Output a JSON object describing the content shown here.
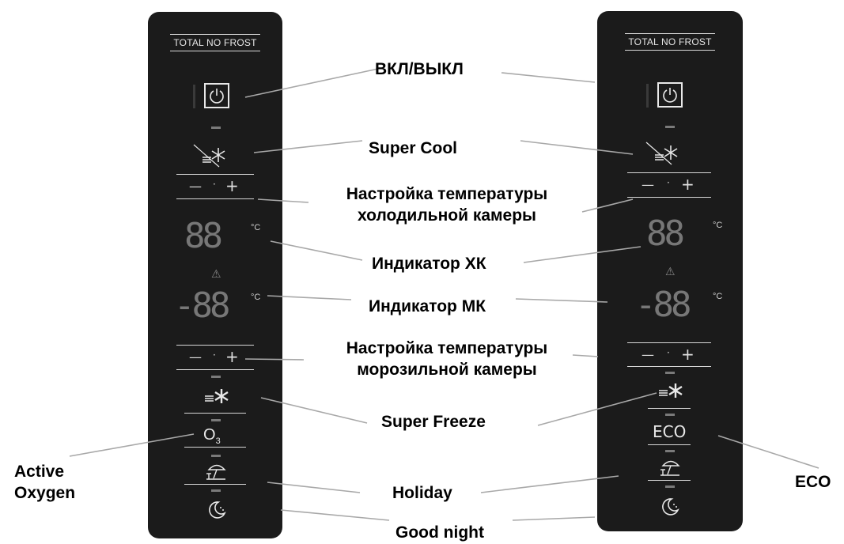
{
  "panel_header": "TOTAL NO FROST",
  "labels": {
    "power": "ВКЛ/ВЫКЛ",
    "super_cool": "Super Cool",
    "fridge_temp_line1": "Настройка температуры",
    "fridge_temp_line2": "холодильной камеры",
    "fridge_indicator": "Индикатор ХК",
    "freezer_indicator": "Индикатор МК",
    "freezer_temp_line1": "Настройка температуры",
    "freezer_temp_line2": "морозильной камеры",
    "super_freeze": "Super Freeze",
    "active_oxygen_line1": "Active",
    "active_oxygen_line2": "Oxygen",
    "holiday": "Holiday",
    "good_night": "Good night",
    "eco": "ECO"
  },
  "panel_text": {
    "minus": "—",
    "dot": "·",
    "plus": "+",
    "degree": "°C",
    "fridge_digits": "88",
    "freezer_digits": "-88",
    "warning": "⚠",
    "o3_main": "O",
    "o3_sub": "3",
    "eco_button": "ECO"
  },
  "icons": {
    "power": "power-icon",
    "super_cool": "snowflake-icon",
    "super_freeze": "snowflake-bold-icon",
    "holiday": "beach-umbrella-icon",
    "good_night": "moon-icon",
    "warning": "warning-icon"
  },
  "colors": {
    "panel": "#1b1b1b",
    "panel_text": "#e8e8e8",
    "leader": "#a8a8a8",
    "label": "#000000"
  }
}
